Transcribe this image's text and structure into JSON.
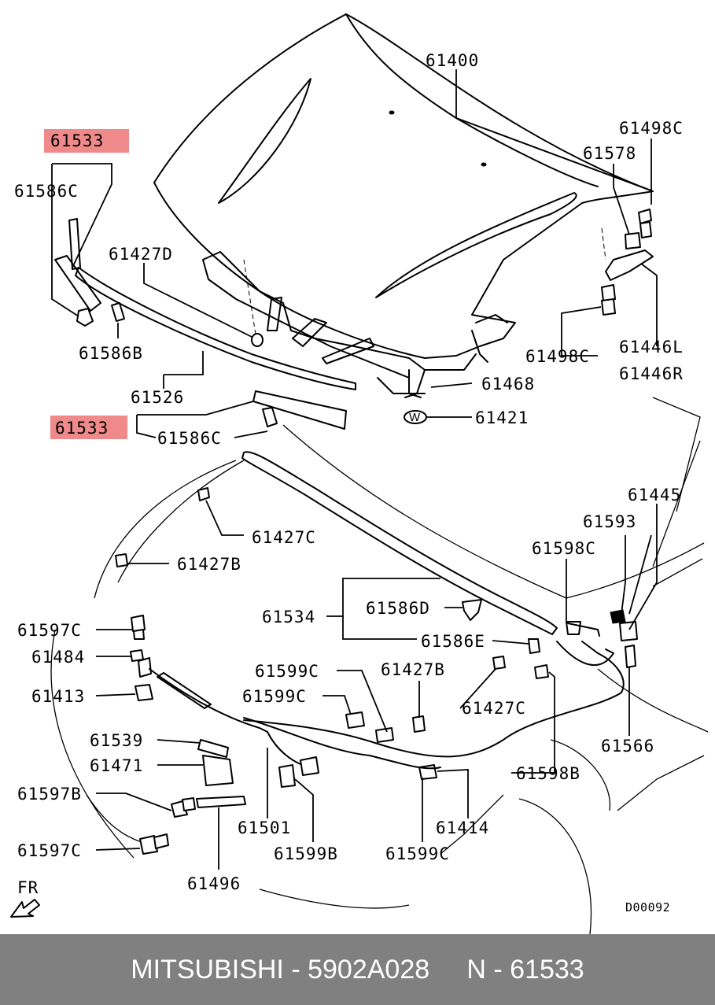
{
  "labels": {
    "l61400": "61400",
    "l61533a": "61533",
    "l61498c_top": "61498C",
    "l61578": "61578",
    "l61586c_a": "61586C",
    "l61427d": "61427D",
    "l61586b": "61586B",
    "l61526": "61526",
    "l61468": "61468",
    "l61498c_mid": "61498C",
    "l61446l": "61446L",
    "l61446r": "61446R",
    "l61533b": "61533",
    "l61586c_b": "61586C",
    "l61421": "61421",
    "l61445": "61445",
    "l61593": "61593",
    "l61427c_a": "61427C",
    "l61598c": "61598C",
    "l61427b_a": "61427B",
    "l61534": "61534",
    "l61586d": "61586D",
    "l61586e": "61586E",
    "l61597c_a": "61597C",
    "l61484": "61484",
    "l61599c_a": "61599C",
    "l61427b_b": "61427B",
    "l61413": "61413",
    "l61599c_b": "61599C",
    "l61427c_b": "61427C",
    "l61539": "61539",
    "l61566": "61566",
    "l61471": "61471",
    "l61598b": "61598B",
    "l61597b": "61597B",
    "l61501": "61501",
    "l61414": "61414",
    "l61597c_b": "61597C",
    "l61599b": "61599B",
    "l61599c_c": "61599C",
    "l61496": "61496",
    "fr": "FR",
    "diagram_code": "D00092"
  },
  "highlight_color": "#f08a8a",
  "footer": {
    "brand": "MITSUBISHI",
    "sep1": " - ",
    "part_number": "5902A028",
    "gap": "     ",
    "n_label": "N - 61533"
  },
  "footer_bg": "#808080"
}
